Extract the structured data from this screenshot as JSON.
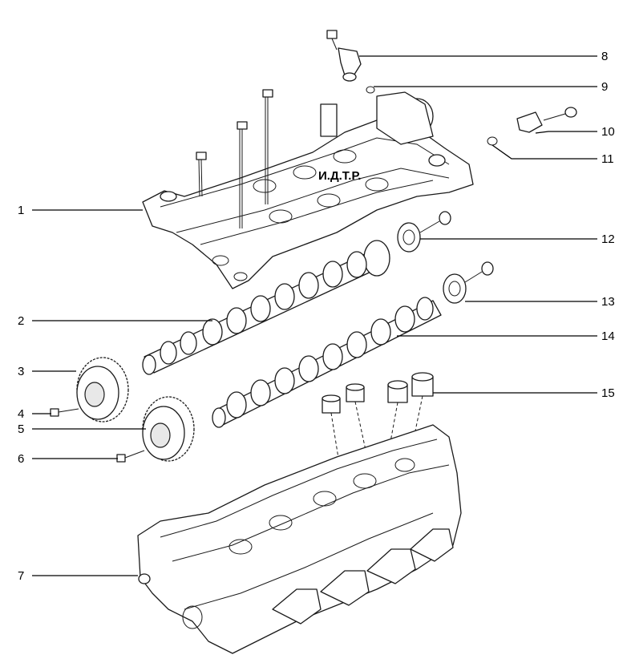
{
  "watermark": "И.Д.Т.Р.",
  "callouts": [
    {
      "id": "1",
      "label": "1"
    },
    {
      "id": "2",
      "label": "2"
    },
    {
      "id": "3",
      "label": "3"
    },
    {
      "id": "4",
      "label": "4"
    },
    {
      "id": "5",
      "label": "5"
    },
    {
      "id": "6",
      "label": "6"
    },
    {
      "id": "7",
      "label": "7"
    },
    {
      "id": "8",
      "label": "8"
    },
    {
      "id": "9",
      "label": "9"
    },
    {
      "id": "10",
      "label": "10"
    },
    {
      "id": "11",
      "label": "11"
    },
    {
      "id": "12",
      "label": "12"
    },
    {
      "id": "13",
      "label": "13"
    },
    {
      "id": "14",
      "label": "14"
    },
    {
      "id": "15",
      "label": "15"
    }
  ]
}
